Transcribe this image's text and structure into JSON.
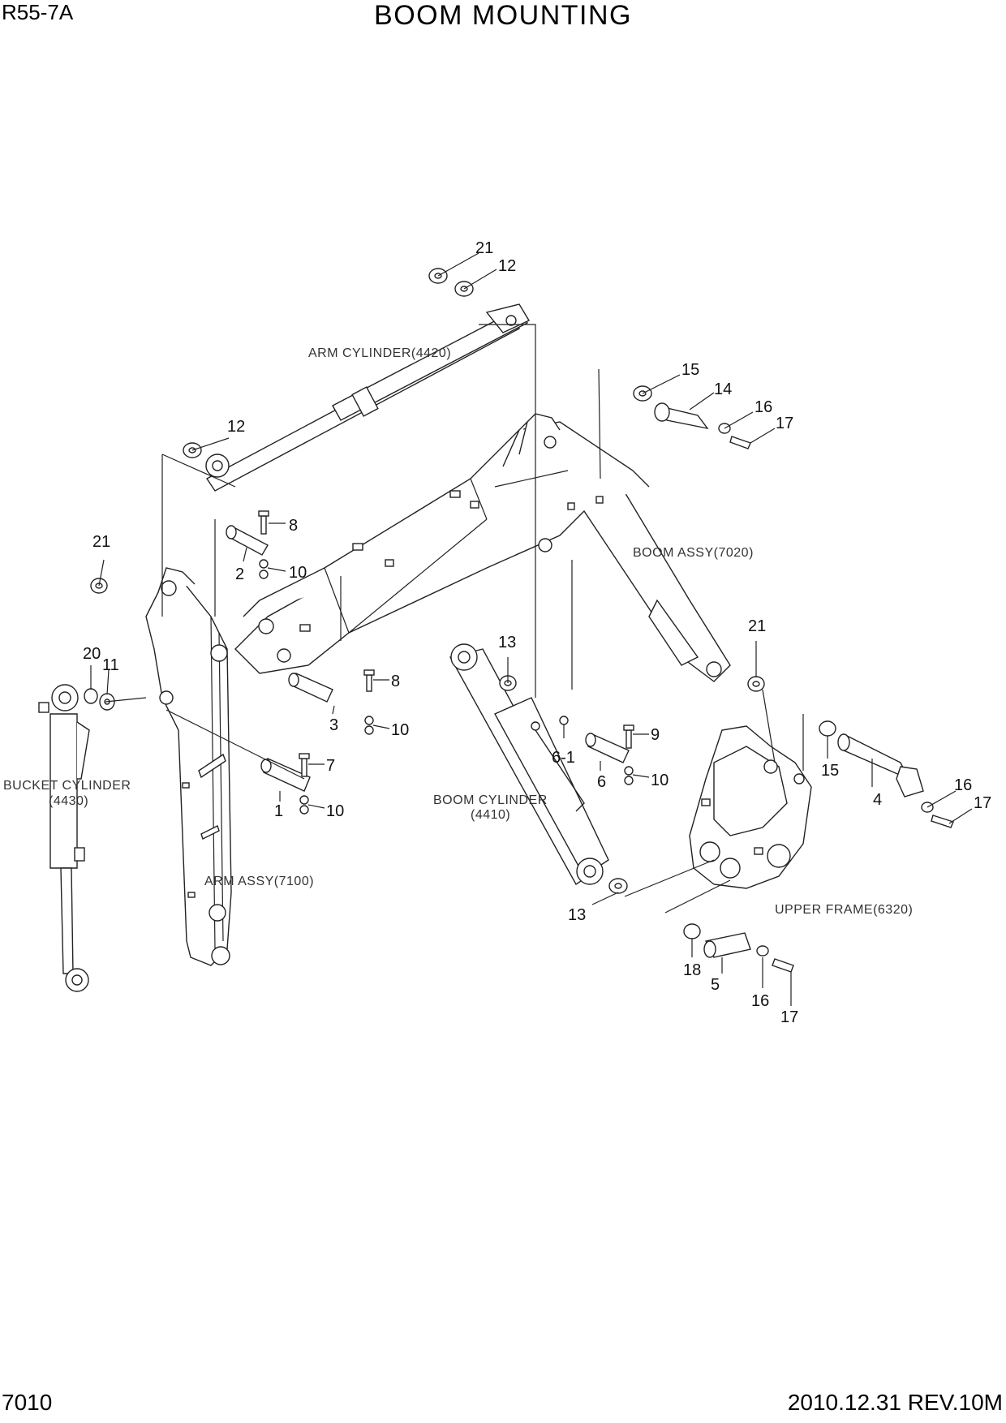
{
  "header": {
    "model": "R55-7A",
    "title": "BOOM MOUNTING"
  },
  "footer": {
    "page_number": "7010",
    "revision": "2010.12.31  REV.10M"
  },
  "assemblies": {
    "arm_cylinder": "ARM CYLINDER(4420)",
    "boom_assy": "BOOM ASSY(7020)",
    "bucket_cylinder_line1": "BUCKET CYLINDER",
    "bucket_cylinder_line2": "(4430)",
    "arm_assy": "ARM ASSY(7100)",
    "boom_cylinder_line1": "BOOM CYLINDER",
    "boom_cylinder_line2": "(4410)",
    "upper_frame": "UPPER FRAME(6320)"
  },
  "callouts": [
    "21",
    "12",
    "12",
    "15",
    "14",
    "16",
    "17",
    "8",
    "2",
    "10",
    "21",
    "20",
    "11",
    "13",
    "21",
    "8",
    "3",
    "10",
    "9",
    "6-1",
    "6",
    "10",
    "7",
    "1",
    "10",
    "15",
    "4",
    "16",
    "17",
    "13",
    "18",
    "5",
    "16",
    "17"
  ]
}
